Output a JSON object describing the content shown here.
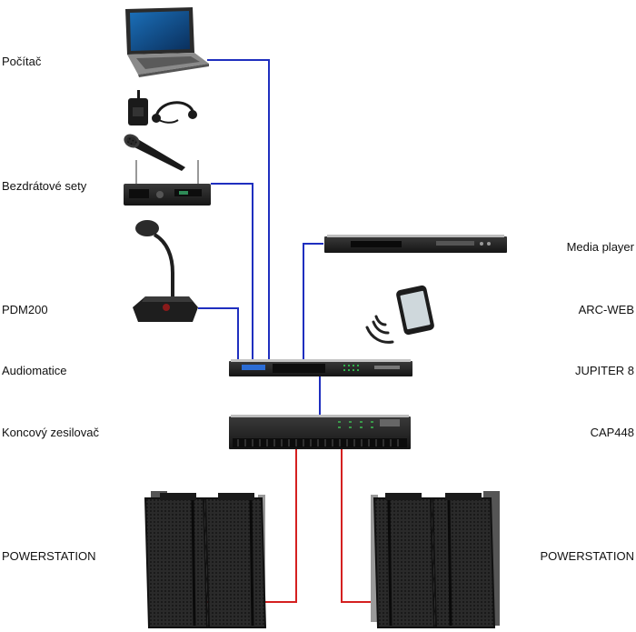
{
  "labels_left": {
    "pocitac": "Počítač",
    "bezdratove_sety": "Bezdrátové sety",
    "pdm200": "PDM200",
    "audiomatice": "Audiomatice",
    "koncovy_zesilovac": "Koncový zesilovač",
    "powerstation_left": "POWERSTATION"
  },
  "labels_right": {
    "media_player": "Media player",
    "arc_web": "ARC-WEB",
    "jupiter_8": "JUPITER 8",
    "cap448": "CAP448",
    "powerstation_right": "POWERSTATION"
  },
  "colors": {
    "signal_line": "#1f2fbf",
    "amp_line": "#d42020",
    "device_dark": "#1e1e1e"
  },
  "devices": [
    "laptop-icon",
    "bodypack-headset-icon",
    "handheld-microphone-icon",
    "wireless-receiver-icon",
    "desk-microphone-icon",
    "media-player-icon",
    "smartphone-icon",
    "wifi-waves-icon",
    "matrix-processor-icon",
    "power-amplifier-icon",
    "column-speaker-icon"
  ]
}
